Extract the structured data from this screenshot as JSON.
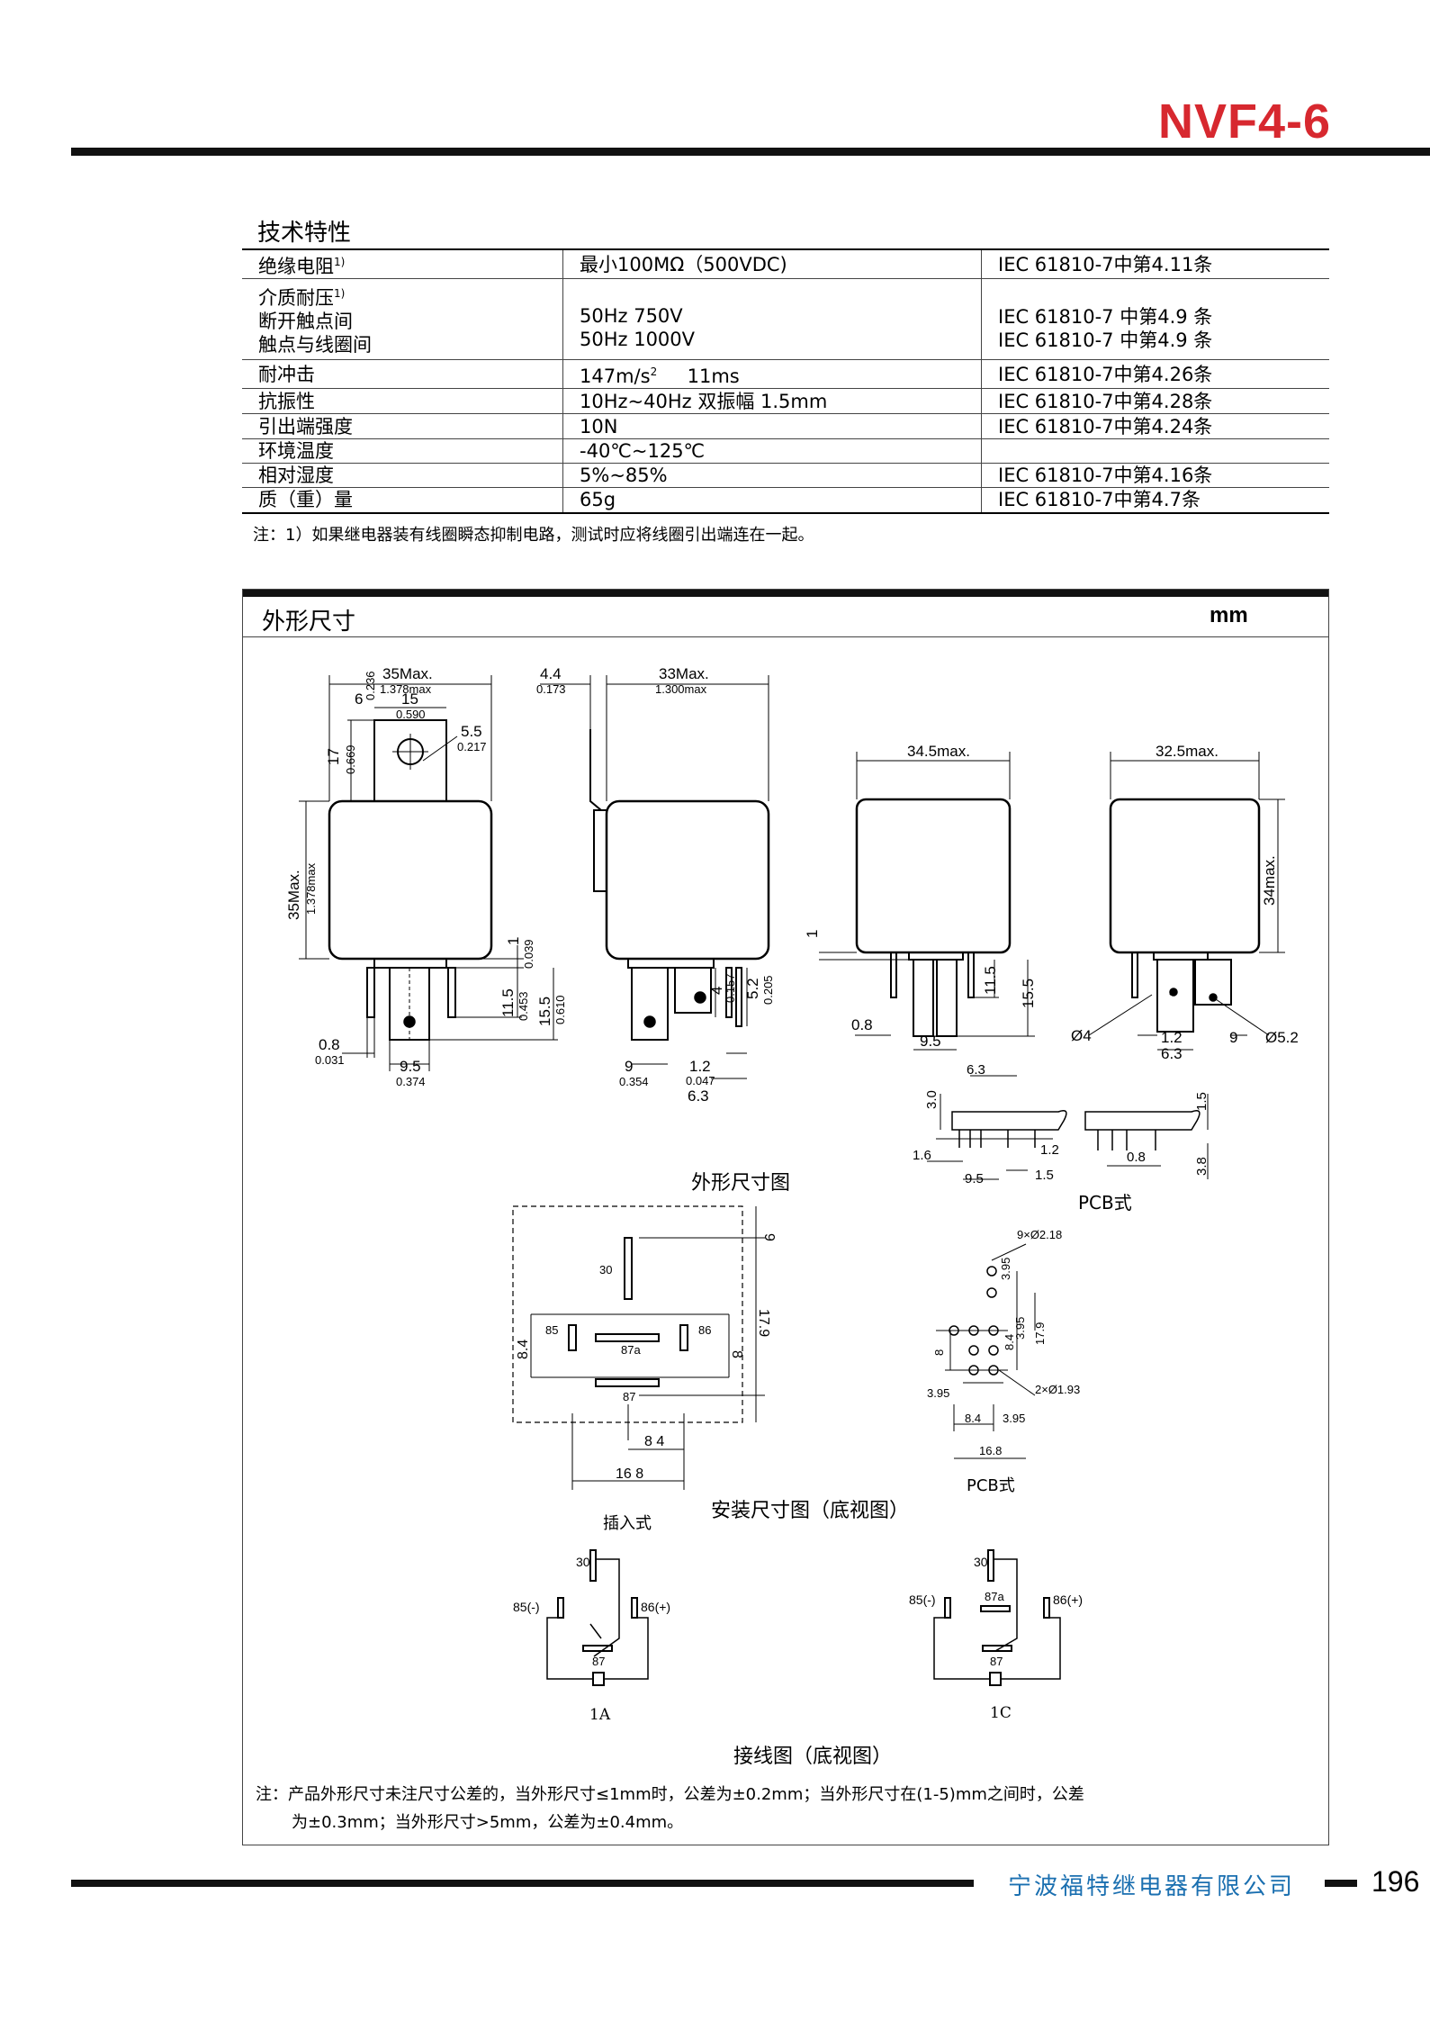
{
  "header": {
    "title": "NVF4-6"
  },
  "specs": {
    "heading": "技术特性",
    "rows": [
      {
        "param": "绝缘电阻",
        "sup": "1)",
        "value": "最小100MΩ（500VDC)",
        "std": "IEC 61810-7中第4.11条"
      },
      {
        "param": "介质耐压",
        "sup": "1)",
        "param2": "断开触点间",
        "param3": "触点与线圈间",
        "value2": "50Hz 750V",
        "value3": "50Hz 1000V",
        "std2": "IEC 61810-7 中第4.9 条",
        "std3": "IEC 61810-7 中第4.9 条"
      },
      {
        "param": "耐冲击",
        "value": "147m/s",
        "value_sup": "2",
        "value_extra": "11ms",
        "std": "IEC 61810-7中第4.26条"
      },
      {
        "param": "抗振性",
        "value": "10Hz~40Hz  双振幅 1.5mm",
        "std": "IEC 61810-7中第4.28条"
      },
      {
        "param": "引出端强度",
        "value": "10N",
        "std": "IEC 61810-7中第4.24条"
      },
      {
        "param": "环境温度",
        "value": "-40℃~125℃",
        "std": ""
      },
      {
        "param": "相对湿度",
        "value": "5%~85%",
        "std": "IEC 61810-7中第4.16条"
      },
      {
        "param": "质（重）量",
        "value": "65g",
        "std": "IEC 61810-7中第4.7条"
      }
    ],
    "note": "注：1）如果继电器装有线圈瞬态抑制电路，测试时应将线圈引出端连在一起。"
  },
  "dimensions": {
    "heading": "外形尺寸",
    "unit": "mm",
    "caption_outline": "外形尺寸图",
    "caption_pcb_type": "PCB式",
    "caption_mounting": "安装尺寸图（底视图）",
    "caption_plugin": "插入式",
    "caption_pcb2": "PCB式",
    "caption_wiring": "接线图（底视图）",
    "wiring_1a": "1A",
    "wiring_1c": "1C",
    "labels": {
      "w35": "35Max.",
      "w35in": "1.378max",
      "h6": "6",
      "h6in": "0.236",
      "w15": "15",
      "w15in": "0.590",
      "d55": "5.5",
      "d55in": "0.217",
      "h17": "17",
      "h17in": "0.669",
      "h35": "35Max.",
      "h35in": "1.378max",
      "h1": "1",
      "h1in": "0.039",
      "h115": "11.5",
      "h115in": "0.453",
      "h155": "15.5",
      "h155in": "0.610",
      "w08": "0.8",
      "w08in": "0.031",
      "w95": "9.5",
      "w95in": "0.374",
      "w44": "4.4",
      "w44in": "0.173",
      "w33": "33Max.",
      "w33in": "1.300max",
      "h4": "4",
      "h4in": "0.157",
      "h52": "5.2",
      "h52in": "0.205",
      "w9": "9",
      "w9in": "0.354",
      "w12": "1.2",
      "w12in": "0.047",
      "w63": "6.3",
      "w345": "34.5max.",
      "w325": "32.5max.",
      "h34": "34max.",
      "c1": "1",
      "c115": "11.5",
      "c155": "15.5",
      "c08": "0.8",
      "c95": "9.5",
      "d4": "Ø4",
      "d12": "1.2",
      "d9": "9",
      "d52": "Ø5.2",
      "d63": "6.3",
      "p63": "6.3",
      "p30": "3.0",
      "p16": "1.6",
      "p95": "9.5",
      "p15": "1.5",
      "p12": "1.2",
      "q15": "1.5",
      "q08": "0.8",
      "q38": "3.8",
      "m9": "9",
      "m179": "17.9",
      "m8": "8",
      "m84": "8.4",
      "m84b": "8 4",
      "m168": "16 8",
      "pin30": "30",
      "pin85": "85",
      "pin86": "86",
      "pin87a": "87a",
      "pin87": "87",
      "h918": "9×Ø2.18",
      "h395": "3.95",
      "h395b": "3.95",
      "h84": "8.4",
      "h8": "8",
      "h179": "17.9",
      "h2x": "2×Ø1.93",
      "h395c": "3.95",
      "h84b": "8.4",
      "h395d": "3.95",
      "h168": "16.8",
      "w30": "30",
      "w85n": "85(-)",
      "w86p": "86(+)",
      "w87": "87",
      "w87a": "87a"
    }
  },
  "footer": {
    "note_line1": "注：产品外形尺寸未注尺寸公差的，当外形尺寸≤1mm时，公差为±0.2mm；当外形尺寸在(1-5)mm之间时，公差",
    "note_line2": "为±0.3mm；当外形尺寸>5mm，公差为±0.4mm。",
    "company": "宁波福特继电器有限公司",
    "page": "196"
  }
}
